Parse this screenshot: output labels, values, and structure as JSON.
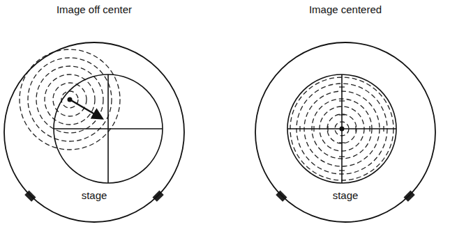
{
  "diagram": {
    "nodes": [
      {
        "text": [
          "Image off center",
          "stage"
        ]
      },
      {
        "text": [
          "Image centered",
          "stage"
        ]
      }
    ]
  }
}
